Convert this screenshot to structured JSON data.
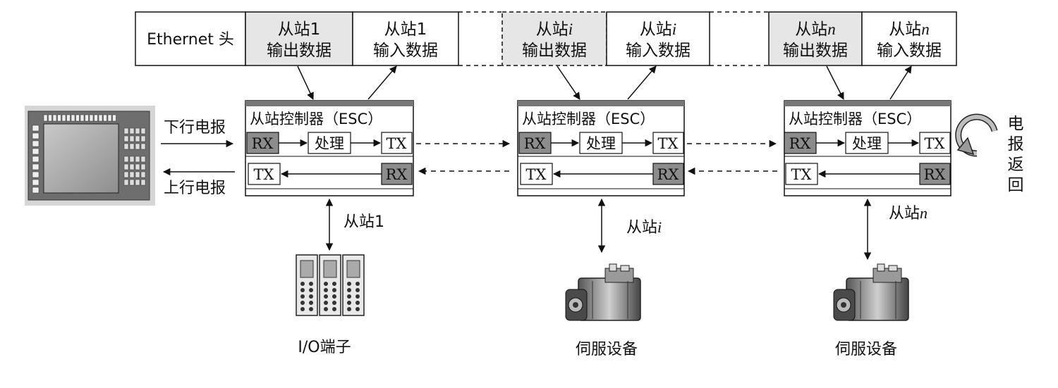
{
  "frame": {
    "header_label": "Ethernet 头",
    "slave1_out": [
      "从站1",
      "输出数据"
    ],
    "slave1_in": [
      "从站1",
      "输入数据"
    ],
    "slavei_out_name": "从站",
    "slavei_out_var": "i",
    "slavei_out_sub": "输出数据",
    "slavei_in_name": "从站",
    "slavei_in_var": "i",
    "slavei_in_sub": "输入数据",
    "slaven_out_name": "从站",
    "slaven_out_var": "n",
    "slaven_out_sub": "输出数据",
    "slaven_in_name": "从站",
    "slaven_in_var": "n",
    "slaven_in_sub": "输入数据"
  },
  "master": {
    "downlink_label": "下行电报",
    "uplink_label": "上行电报"
  },
  "esc": {
    "title": "从站控制器（ESC）",
    "rx": "RX",
    "tx": "TX",
    "process": "处理"
  },
  "return_label": [
    "电",
    "报",
    "返",
    "回"
  ],
  "slaves": {
    "slave1_name": "从站1",
    "slavei_name": "从站",
    "slavei_var": "i",
    "slaven_name": "从站",
    "slaven_var": "n"
  },
  "devices": {
    "io": "I/O端子",
    "servo_i": "伺服设备",
    "servo_n": "伺服设备"
  },
  "colors": {
    "shaded": "#e6e6e6",
    "rx_fill": "#8c8c8c",
    "header_bar": "#777777",
    "line": "#111111"
  }
}
